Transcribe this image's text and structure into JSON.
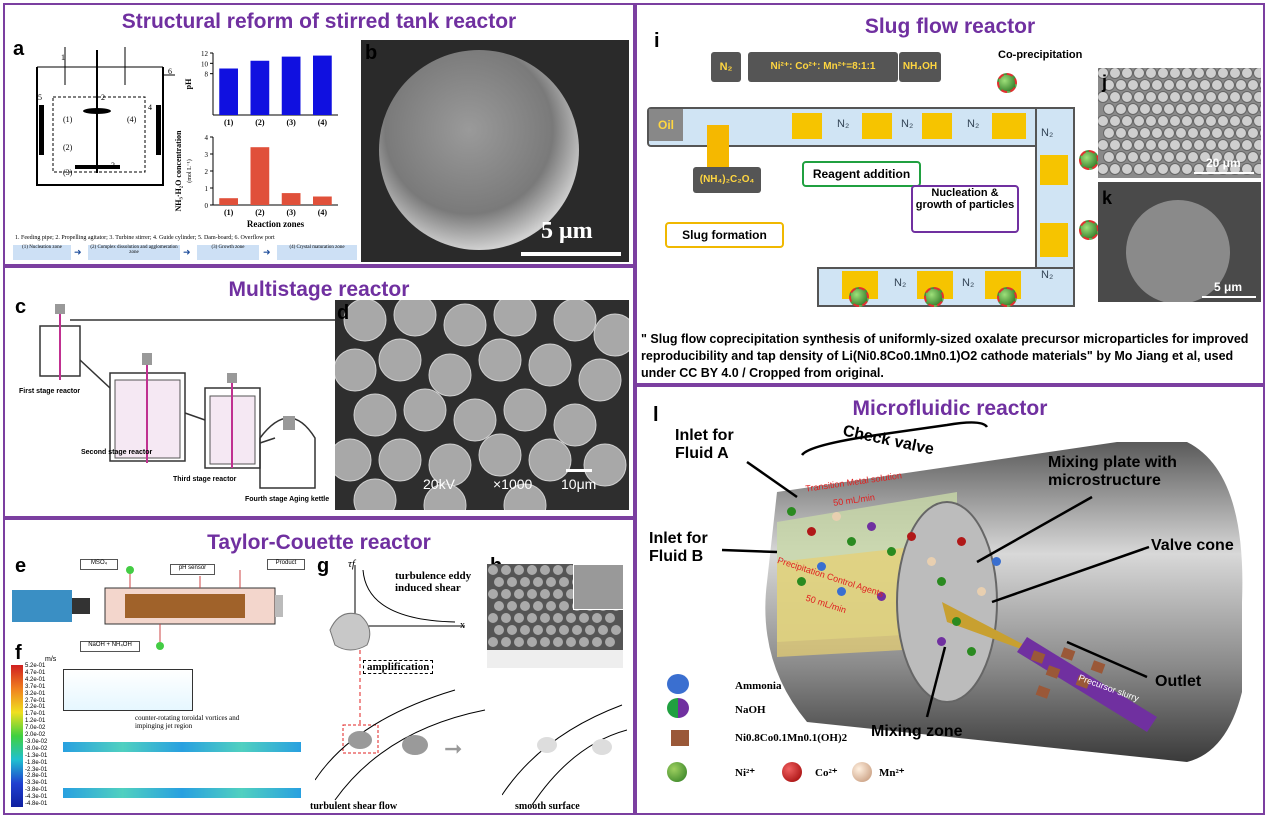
{
  "panel_a": {
    "title": "Structural reform of stirred tank reactor",
    "label_a": "a",
    "label_b": "b",
    "tank_numbers": [
      "1",
      "2",
      "3",
      "4",
      "5",
      "6",
      "(1)",
      "(2)",
      "(3)",
      "(4)"
    ],
    "chart_ph": {
      "ylabel": "pH",
      "categories": [
        "(1)",
        "(2)",
        "(3)",
        "(4)"
      ],
      "values": [
        9.0,
        10.5,
        11.3,
        11.5
      ],
      "color": "#1010e0"
    },
    "chart_nh3": {
      "ylabel": "NH₃·H₂O concentration",
      "yunit": "(mol L⁻¹)",
      "xlabel": "Reaction zones",
      "categories": [
        "(1)",
        "(2)",
        "(3)",
        "(4)"
      ],
      "values": [
        0.4,
        3.4,
        0.7,
        0.5
      ],
      "color": "#e0503a"
    },
    "legend_line": "1. Feeding pipe; 2. Propelling agitator; 3. Turbine stirrer; 4. Guide cylinder; 5. Dam-board; 6. Overflow port",
    "zones": [
      "(1) Nucleation zone",
      "(2) Complex dissolution and agglomeration zone",
      "(3) Growth zone",
      "(4) Crystal maturation zone"
    ],
    "scalebar": "5 μm"
  },
  "panel_c": {
    "title": "Multistage reactor",
    "label_c": "c",
    "label_d": "d",
    "stages": [
      "First stage reactor",
      "Second stage reactor",
      "Third stage reactor",
      "Fourth stage Aging kettle"
    ],
    "sem_info": [
      "20kV",
      "×1000",
      "10μm"
    ]
  },
  "panel_e": {
    "title": "Taylor-Couette reactor",
    "labels": [
      "e",
      "f",
      "g",
      "h"
    ],
    "inputs": [
      "MSO₄",
      "pH sensor",
      "Product",
      "NaOH + NH₄OH"
    ],
    "colorbar_unit": "m/s",
    "colorbar_ticks": [
      "5.2e-01",
      "4.7e-01",
      "4.2e-01",
      "3.7e-01",
      "3.2e-01",
      "2.7e-01",
      "2.2e-01",
      "1.7e-01",
      "1.2e-01",
      "7.0e-02",
      "2.0e-02",
      "-3.0e-02",
      "-8.0e-02",
      "-1.3e-01",
      "-1.8e-01",
      "-2.3e-01",
      "-2.8e-01",
      "-3.3e-01",
      "-3.8e-01",
      "-4.3e-01",
      "-4.8e-01"
    ],
    "vortex_note": "counter-rotating toroidal vortices and impinging jet region",
    "g_ylabel": "τf",
    "g_xlabel": "x",
    "g_curve_label": "turbulence eddy induced shear",
    "amplification": "amplification",
    "turbulent": "turbulent shear flow",
    "smooth": "smooth surface"
  },
  "panel_i": {
    "title": "Slug flow reactor",
    "label_i": "i",
    "label_j": "j",
    "label_k": "k",
    "inputs": [
      "N₂",
      "Ni²⁺: Co²⁺: Mn²⁺=8:1:1",
      "NH₄OH"
    ],
    "oil": "Oil",
    "oxalate": "(NH₄)₂C₂O₄",
    "coprecip": "Co-precipitation",
    "n2": "N₂",
    "reagent_addition": "Reagent addition",
    "nucleation": "Nucleation & growth of particles",
    "slug_formation": "Slug formation",
    "scale_j": "20 μm",
    "scale_k": "5 μm",
    "credit": "\" Slug flow coprecipitation synthesis of uniformly-sized oxalate precursor microparticles for improved reproducibility and tap density of Li(Ni0.8Co0.1Mn0.1)O2 cathode materials\" by Mo Jiang et al, used under CC BY 4.0 / Cropped from original."
  },
  "panel_l": {
    "title": "Microfluidic reactor",
    "label_l": "l",
    "inlet_a": "Inlet for Fluid A",
    "inlet_b": "Inlet for Fluid B",
    "check_valve": "Check valve",
    "mixing_plate": "Mixing plate with microstructure",
    "valve_cone": "Valve cone",
    "mixing_zone": "Mixing zone",
    "outlet": "Outlet",
    "flow_a": "Transition Metal solution",
    "rate_a": "50 mL/min",
    "flow_b": "Precipitation Control Agents",
    "rate_b": "50 mL/min",
    "slurry": "Precursor slurry",
    "legend": [
      "Ammonia",
      "NaOH",
      "Ni0.8Co0.1Mn0.1(OH)2",
      "Ni²⁺",
      "Co²⁺",
      "Mn²⁺"
    ]
  }
}
